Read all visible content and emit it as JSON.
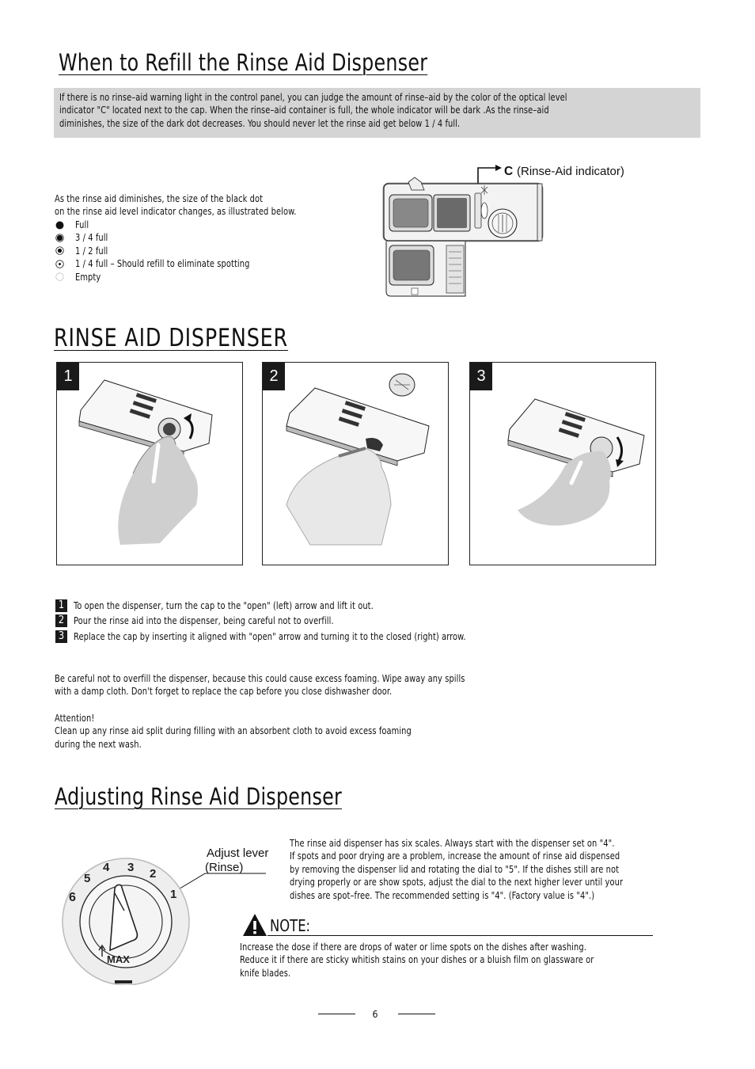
{
  "section1": {
    "title": "When to Refill the Rinse Aid Dispenser",
    "info_lines": [
      "If there is no rinse–aid warning light in the control panel, you can judge the amount of rinse–aid by the   color of the optical level",
      "indicator  \"C\"  located next to the cap. When the rinse–aid container is full, the whole indicator will be dark .As the rinse–aid",
      "diminishes, the size of the dark dot decreases. You should never let the rinse aid get below 1 / 4 full."
    ],
    "desc_lines": [
      "As the rinse aid diminishes, the size of the black dot",
      "on the rinse aid level indicator changes, as illustrated below."
    ],
    "levels": [
      {
        "label": "Full",
        "icon": "full-dot-icon"
      },
      {
        "label": "3 / 4 full",
        "icon": "three-quarter-dot-icon"
      },
      {
        "label": "1 / 2 full",
        "icon": "half-dot-icon"
      },
      {
        "label": "1 / 4 full – Should refill to eliminate spotting",
        "icon": "quarter-dot-icon"
      },
      {
        "label": "Empty",
        "icon": "empty-dot-icon"
      }
    ],
    "indicator_letter": "C",
    "indicator_label": "(Rinse-Aid indicator)"
  },
  "section2": {
    "title": "RINSE AID DISPENSER",
    "panels": [
      "1",
      "2",
      "3"
    ],
    "steps": [
      {
        "num": "1",
        "text": "To open the dispenser, turn the cap to the  \"open\" (left) arrow and lift it out."
      },
      {
        "num": "2",
        "text": "Pour the rinse aid into the dispenser, being careful not to overfill."
      },
      {
        "num": "3",
        "text": "Replace the cap by  inserting it aligned with  \"open\" arrow and turning it to the closed (right) arrow."
      }
    ],
    "caution_lines": [
      "Be careful not to overfill the dispenser, because this could cause excess foaming. Wipe away any spills",
      "with a damp cloth. Don't forget to replace the cap before you close dishwasher door."
    ],
    "attention_title": "Attention!",
    "attention_lines": [
      "Clean up any rinse aid split during filling with an absorbent cloth to avoid excess foaming",
      "during the next wash."
    ]
  },
  "section3": {
    "title": "Adjusting Rinse Aid Dispenser",
    "dial_label_1": "Adjust lever",
    "dial_label_2": "(Rinse)",
    "dial_numbers": [
      "1",
      "2",
      "3",
      "4",
      "5",
      "6"
    ],
    "dial_max": "MAX",
    "body_lines": [
      "The rinse aid dispenser has six scales. Always start with the dispenser set on \"4\".",
      " If spots and poor drying are a  problem, increase the amount of rinse aid dispensed",
      "by removing the dispenser lid and rotating the dial to \"5\". If the dishes still are not",
      "drying properly or are show spots, adjust the dial to the next higher lever until your",
      "dishes are spot–free. The recommended setting is \"4\". (Factory value is \"4\".)"
    ],
    "note_title": "NOTE:",
    "note_lines": [
      "Increase the dose if there are drops of water or lime spots on the dishes after washing.",
      "Reduce it if there are sticky whitish stains on your dishes or a bluish film on glassware or",
      "knife blades."
    ]
  },
  "footer": {
    "page_number": "6"
  }
}
